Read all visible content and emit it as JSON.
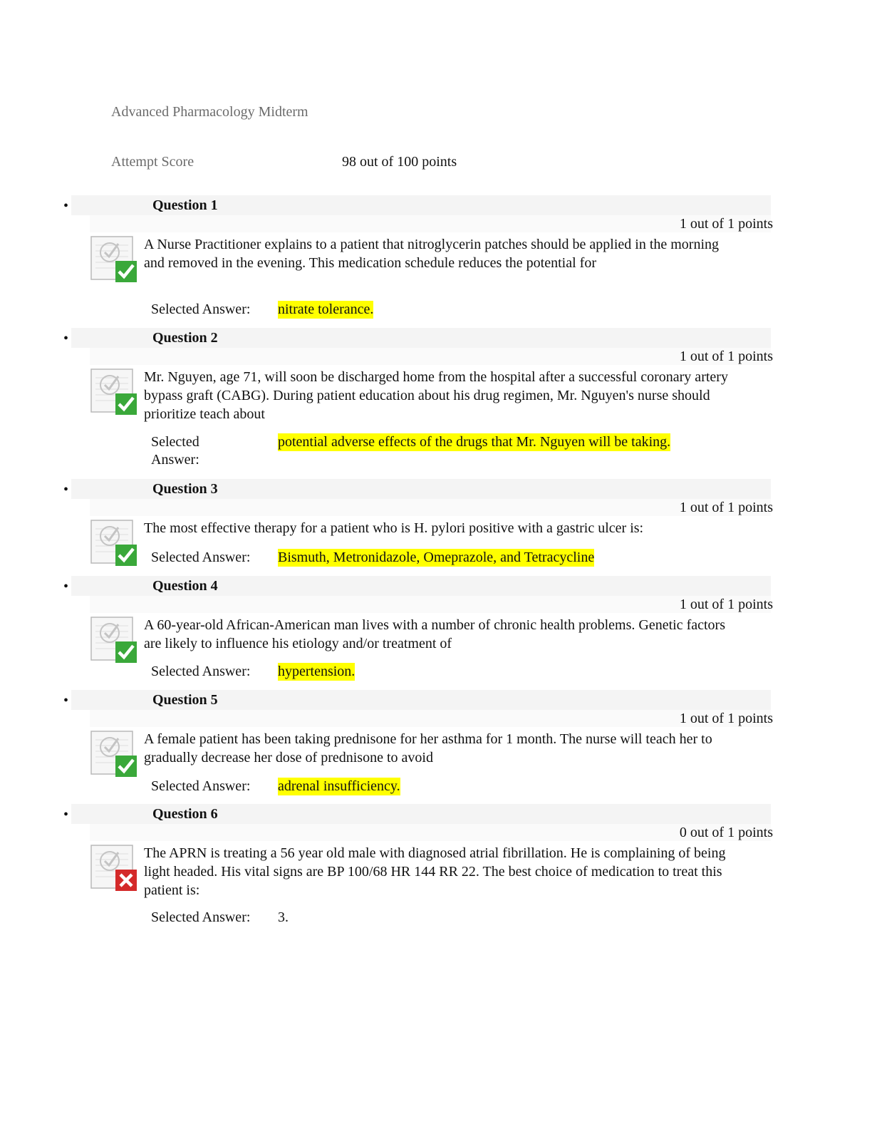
{
  "header": {
    "title": "Advanced Pharmacology Midterm",
    "attempt_score_label": "Attempt Score",
    "attempt_score_value": "98 out of 100 points"
  },
  "bullet_char": "•",
  "questions": [
    {
      "title": "Question 1",
      "points": "1 out of 1 points",
      "status": "correct",
      "text": "A Nurse Practitioner explains to a patient that nitroglycerin patches should be applied in the morning and removed in the evening. This medication schedule reduces the potential for",
      "selected_answer_label": "Selected Answer:",
      "selected_answer": "nitrate tolerance."
    },
    {
      "title": "Question 2",
      "points": "1 out of 1 points",
      "status": "correct",
      "text": "Mr. Nguyen, age 71, will soon be discharged home from the hospital after a successful coronary artery bypass graft (CABG). During patient education about his drug regimen, Mr. Nguyen's nurse should prioritize teach about",
      "selected_answer_label": "Selected Answer:",
      "selected_answer": "potential adverse effects of the drugs that Mr. Nguyen will be taking."
    },
    {
      "title": "Question 3",
      "points": "1 out of 1 points",
      "status": "correct",
      "text": "The most effective therapy for a patient who is H. pylori positive with a gastric ulcer is:",
      "selected_answer_label": "Selected Answer:",
      "selected_answer": "Bismuth, Metronidazole, Omeprazole, and Tetracycline"
    },
    {
      "title": "Question 4",
      "points": "1 out of 1 points",
      "status": "correct",
      "text": "A 60-year-old African-American man lives with a number of chronic health problems. Genetic factors are likely to influence his etiology and/or treatment of",
      "selected_answer_label": "Selected Answer:",
      "selected_answer": "hypertension."
    },
    {
      "title": "Question 5",
      "points": "1 out of 1 points",
      "status": "correct",
      "text": "A female patient has been taking prednisone for her asthma for 1 month. The nurse will teach her to gradually decrease her dose of prednisone to avoid",
      "selected_answer_label": "Selected Answer:",
      "selected_answer": "adrenal insufficiency."
    },
    {
      "title": "Question 6",
      "points": "0 out of 1 points",
      "status": "incorrect",
      "text": "The APRN is treating a 56 year old male with diagnosed atrial fibrillation. He is complaining of being light headed.  His vital signs are BP 100/68  HR 144  RR 22.  The best choice of medication to treat this patient is:",
      "selected_answer_label": "Selected Answer:",
      "selected_answer": "3."
    }
  ],
  "colors": {
    "highlight": "#ffff00",
    "correct_green": "#3aa83a",
    "incorrect_red": "#d42a2a",
    "header_gray": "#6b6b6b"
  },
  "icons": {
    "correct": "graded-correct-icon",
    "incorrect": "graded-incorrect-icon"
  }
}
